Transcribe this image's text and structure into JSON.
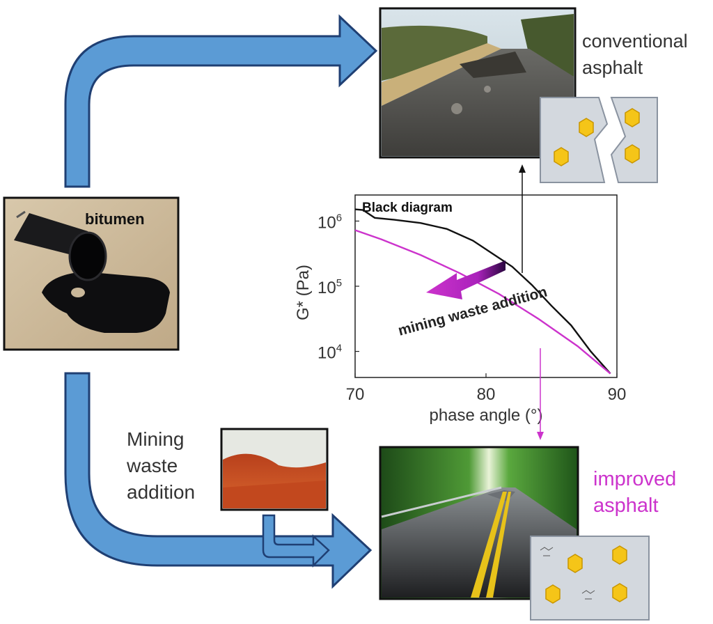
{
  "labels": {
    "bitumen": "bitumen",
    "conventional_line1": "conventional",
    "conventional_line2": "asphalt",
    "improved_line1": "improved",
    "improved_line2": "asphalt",
    "mining_line1": "Mining",
    "mining_line2": "waste",
    "mining_line3": "addition",
    "mining_arrow_label": "mining waste addition"
  },
  "colors": {
    "flow_arrow_fill": "#5b9bd5",
    "flow_arrow_stroke": "#1f3f73",
    "accent_magenta": "#cc33cc",
    "particle_yellow": "#f5c518",
    "panel_gray": "#d3d8de"
  },
  "chart_data": {
    "type": "line",
    "title": "Black diagram",
    "xlabel": "phase angle (°)",
    "ylabel": "G* (Pa)",
    "xlim": [
      70,
      90
    ],
    "ylim_log10": [
      3.6,
      6.4
    ],
    "x_ticks": [
      "70",
      "80",
      "90"
    ],
    "y_ticks": [
      {
        "base": "10",
        "exp": "4",
        "log": 4
      },
      {
        "base": "10",
        "exp": "5",
        "log": 5
      },
      {
        "base": "10",
        "exp": "6",
        "log": 6
      }
    ],
    "series": [
      {
        "color": "#111111",
        "points": [
          [
            70,
            6.18
          ],
          [
            70.6,
            6.17
          ],
          [
            71.5,
            6.05
          ],
          [
            73,
            6.02
          ],
          [
            75,
            5.97
          ],
          [
            77,
            5.88
          ],
          [
            79,
            5.7
          ],
          [
            80.5,
            5.5
          ],
          [
            82,
            5.3
          ],
          [
            83.5,
            5.02
          ],
          [
            85,
            4.7
          ],
          [
            86.5,
            4.4
          ],
          [
            88,
            4.0
          ],
          [
            89.5,
            3.66
          ]
        ]
      },
      {
        "color": "#cc33cc",
        "points": [
          [
            70,
            5.86
          ],
          [
            72,
            5.72
          ],
          [
            75,
            5.48
          ],
          [
            78,
            5.2
          ],
          [
            81,
            4.88
          ],
          [
            84,
            4.5
          ],
          [
            87,
            4.08
          ],
          [
            89.5,
            3.66
          ]
        ]
      }
    ]
  }
}
